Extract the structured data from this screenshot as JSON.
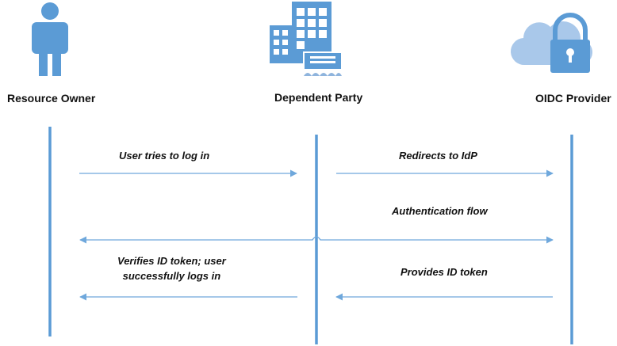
{
  "colors": {
    "lifeline": "#5b9bd5",
    "arrow": "#6fa8dc",
    "icon": "#5b9bd5",
    "icon_light": "#a9c8ea"
  },
  "actors": {
    "resource_owner": {
      "label": "Resource Owner",
      "icon": "person-icon"
    },
    "dependent_party": {
      "label": "Dependent Party",
      "icon": "office-buildings-icon"
    },
    "oidc_provider": {
      "label": "OIDC Provider",
      "icon": "cloud-lock-icon"
    }
  },
  "messages": {
    "user_tries_to_log_in": "User tries to log in",
    "redirects_to_idp": "Redirects to IdP",
    "authentication_flow": "Authentication flow",
    "verifies_id_token_line1": "Verifies ID token; user",
    "verifies_id_token_line2": "successfully logs in",
    "provides_id_token": "Provides ID token"
  }
}
